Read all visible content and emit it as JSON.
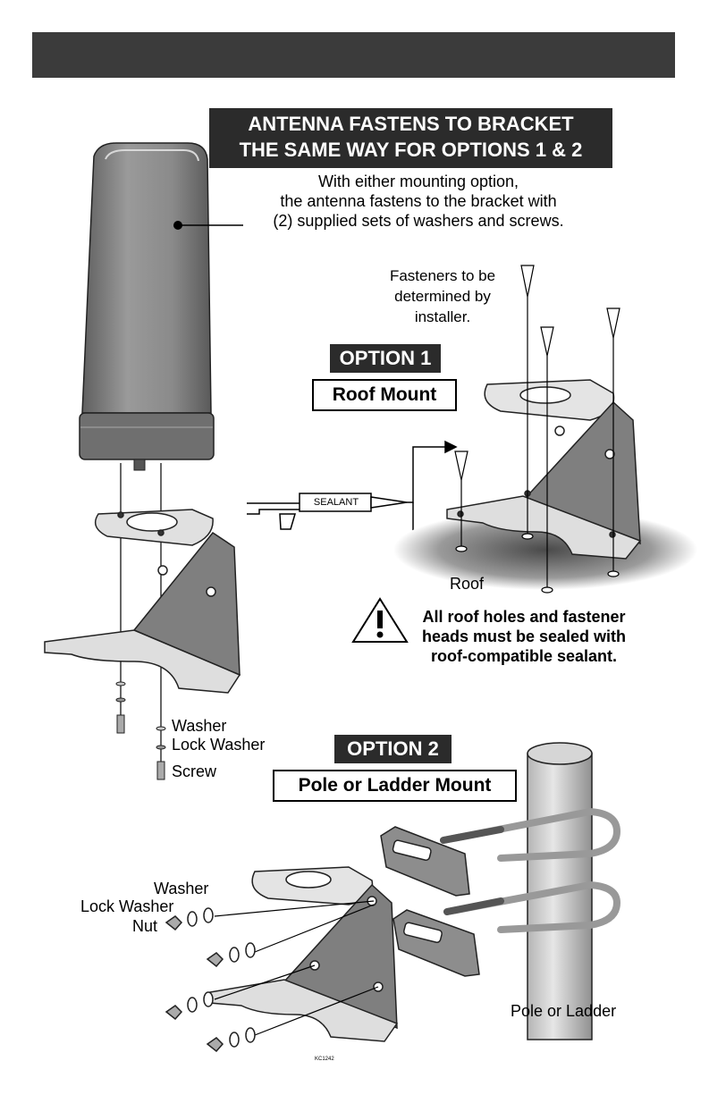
{
  "header": {
    "title_line1": "ANTENNA FASTENS TO BRACKET",
    "title_line2": "THE SAME WAY FOR OPTIONS 1 & 2"
  },
  "intro": {
    "line1": "With either mounting option,",
    "line2": "the antenna fastens to the bracket with",
    "line3": "(2) supplied sets of washers and screws."
  },
  "fasteners_note": {
    "line1": "Fasteners to be",
    "line2": "determined by",
    "line3": "installer."
  },
  "option1": {
    "label": "OPTION 1",
    "mount": "Roof Mount",
    "sealant": "SEALANT",
    "roof": "Roof"
  },
  "warning": {
    "line1": "All roof holes and fastener",
    "line2": "heads must be sealed with",
    "line3": "roof-compatible sealant."
  },
  "antenna_parts": {
    "washer": "Washer",
    "lock_washer": "Lock Washer",
    "screw": "Screw"
  },
  "option2": {
    "label": "OPTION 2",
    "mount": "Pole or Ladder Mount",
    "washer": "Washer",
    "lock_washer": "Lock Washer",
    "nut": "Nut",
    "pole": "Pole or Ladder"
  },
  "part_code": "KC1242",
  "colors": {
    "bar": "#3b3b3b",
    "label_bg": "#2b2b2b",
    "antenna": "#7a7a7a",
    "bracket": "#8a8a8a"
  }
}
